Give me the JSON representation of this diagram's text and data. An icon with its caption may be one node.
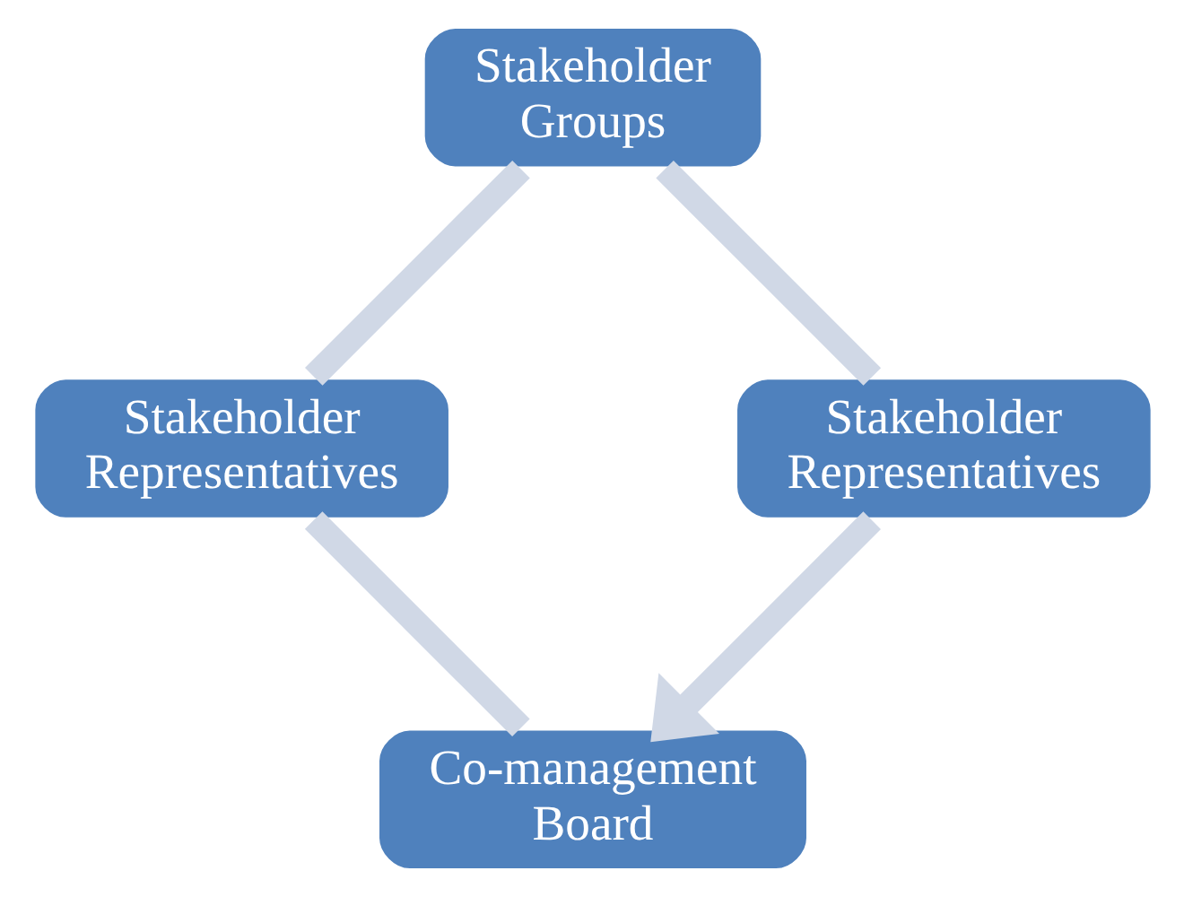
{
  "diagram": {
    "nodes": [
      {
        "text": [
          "Co-management Board"
        ]
      },
      {
        "text": [
          "Stakeholder Representatives"
        ]
      },
      {
        "text": [
          "Stakeholder Groups"
        ]
      },
      {
        "text": [
          "Stakeholder Representatives"
        ]
      }
    ],
    "edges": [
      {
        "from": 0,
        "to": 1,
        "arrow": "none"
      },
      {
        "from": 1,
        "to": 2,
        "arrow": "none"
      },
      {
        "from": 2,
        "to": 3,
        "arrow": "none"
      },
      {
        "from": 3,
        "to": 0,
        "arrow": "to"
      }
    ]
  }
}
